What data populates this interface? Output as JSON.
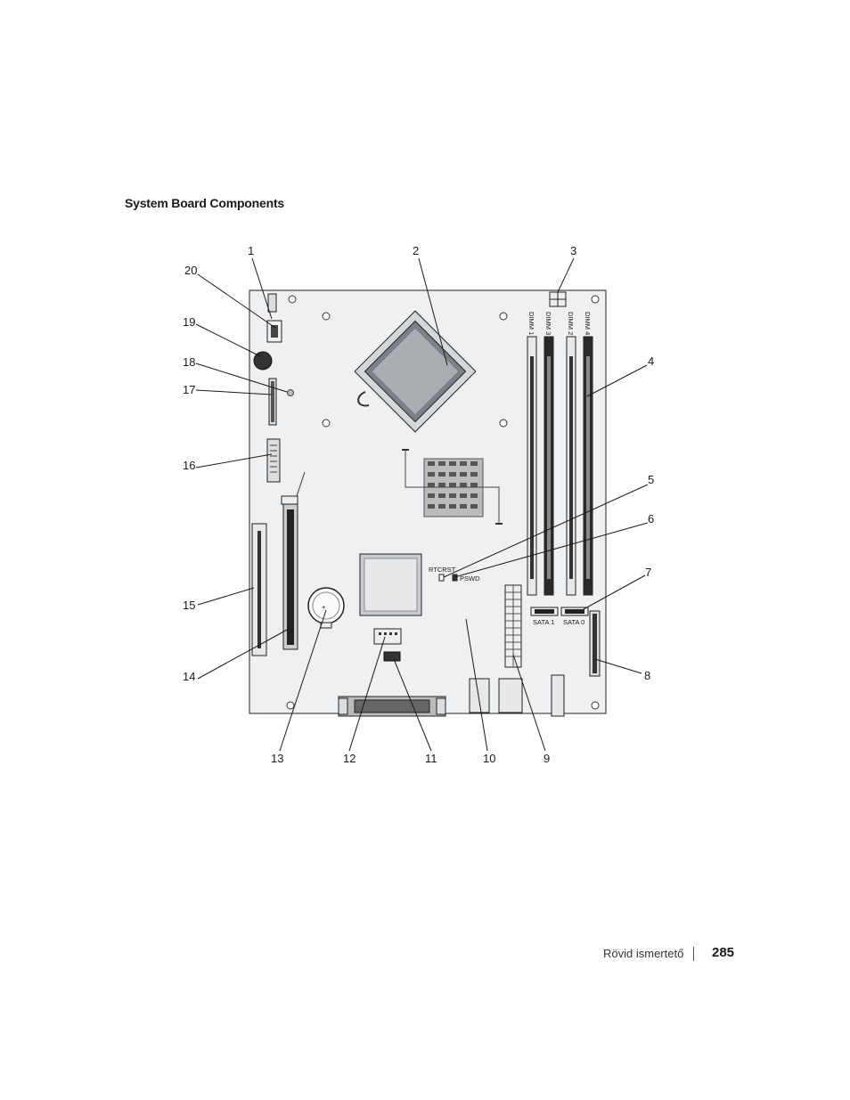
{
  "heading": "System Board Components",
  "callouts": [
    "1",
    "2",
    "3",
    "4",
    "5",
    "6",
    "7",
    "8",
    "9",
    "10",
    "11",
    "12",
    "13",
    "14",
    "15",
    "16",
    "17",
    "18",
    "19",
    "20"
  ],
  "board_labels": {
    "dimm1": "DIMM 1",
    "dimm3": "DIMM 3",
    "dimm2": "DIMM 2",
    "dimm4": "DIMM 4",
    "rtcrst": "RTCRST",
    "pswd": "PSWD",
    "sata1": "SATA 1",
    "sata0": "SATA 0"
  },
  "footer": {
    "title": "Rövid ismertető",
    "page": "285"
  }
}
